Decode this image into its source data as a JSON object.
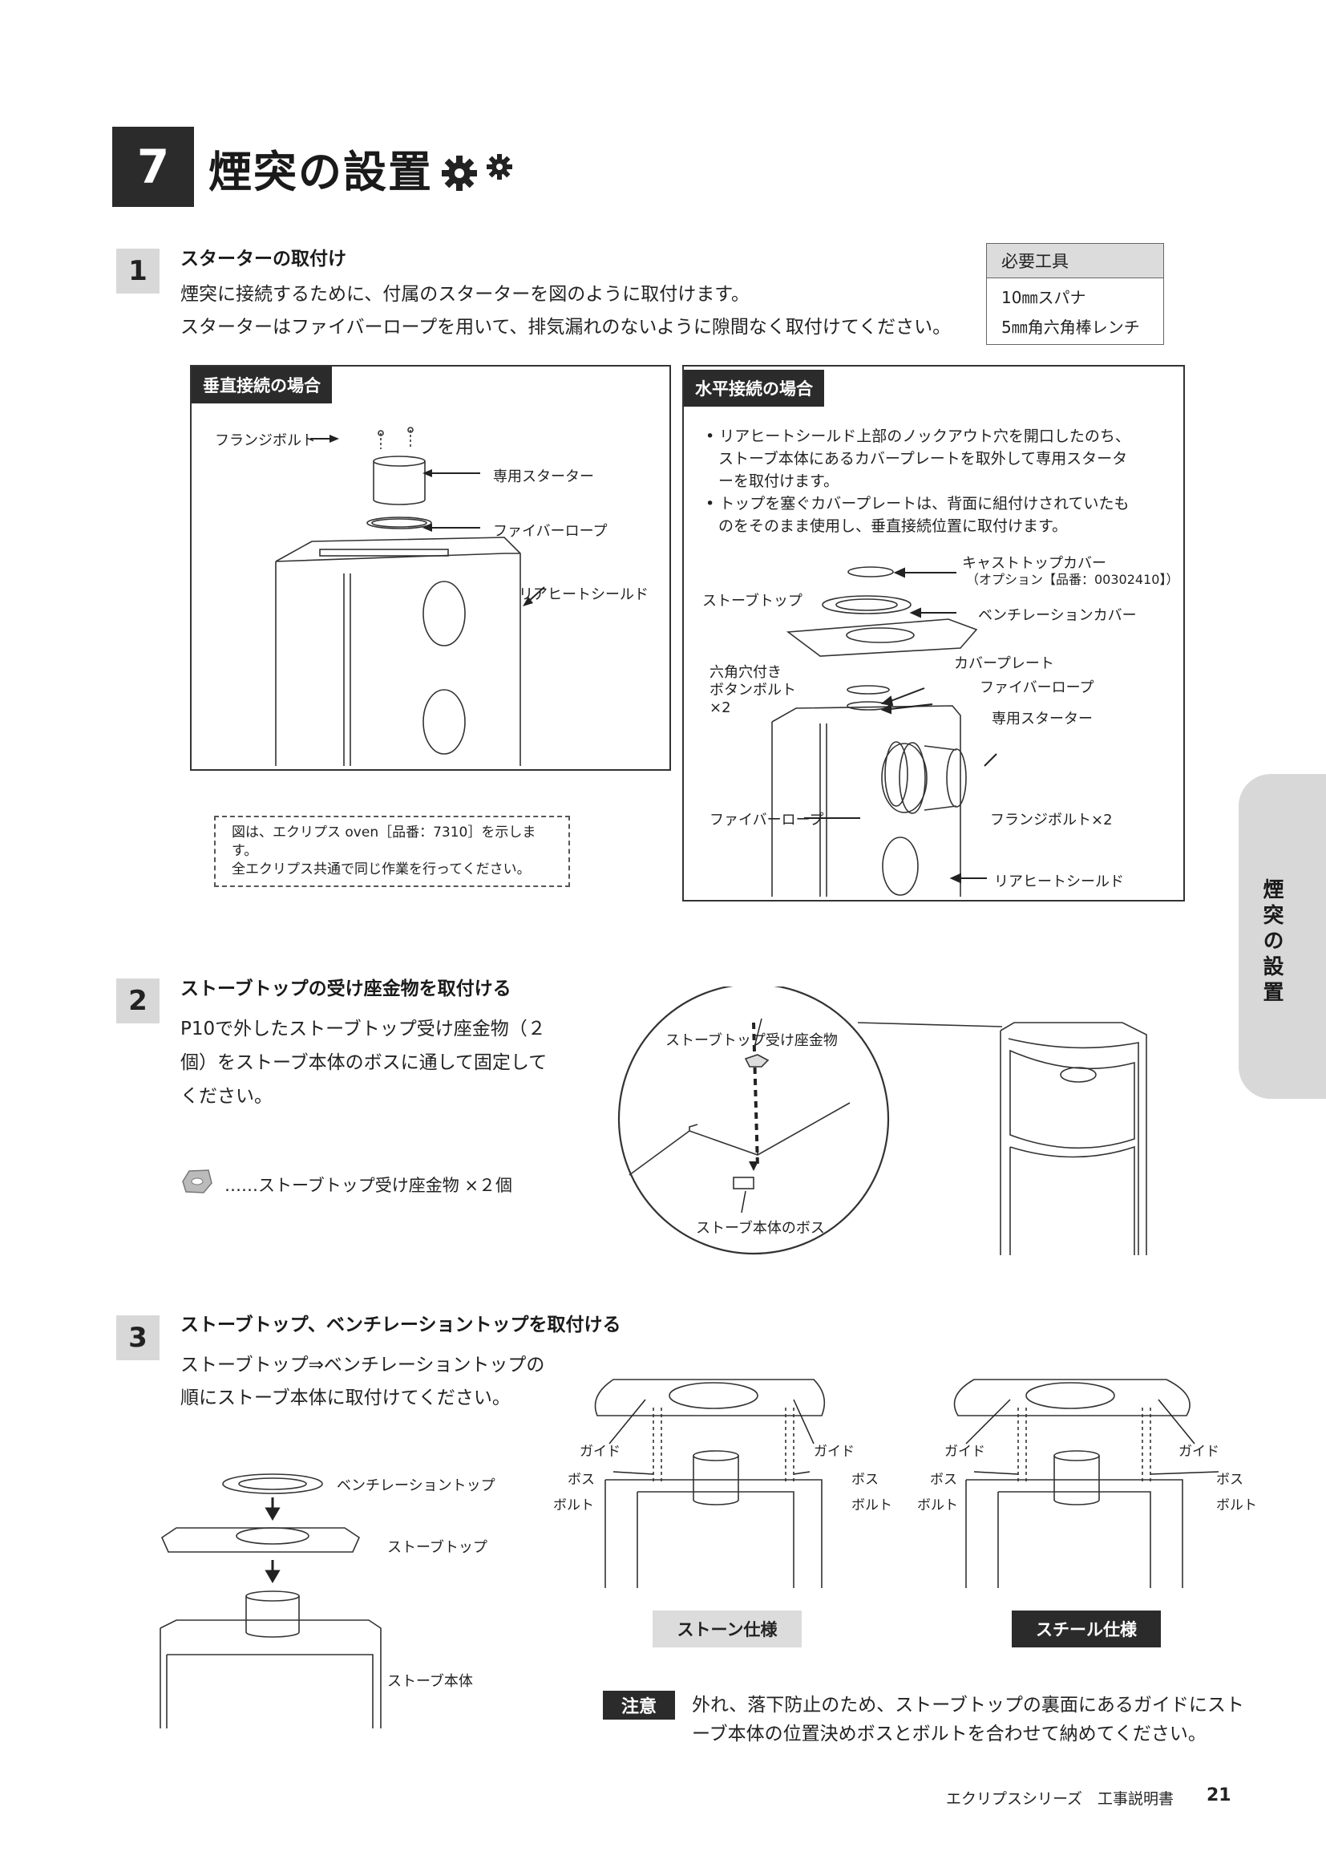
{
  "section": {
    "number": "7",
    "title": "煙突の設置",
    "icon": "gear-icon"
  },
  "steps": [
    {
      "number": "1",
      "title": "スターターの取付け",
      "lines": [
        "煙突に接続するために、付属のスターターを図のように取付けます。",
        "スターターはファイバーロープを用いて、排気漏れのないように隙間なく取付けてください。"
      ]
    },
    {
      "number": "2",
      "title": "ストーブトップの受け座金物を取付ける",
      "lines": [
        "P10で外したストーブトップ受け座金物（２",
        "個）をストーブ本体のボスに通して固定して",
        "ください。"
      ],
      "part_note": "……ストーブトップ受け座金物 ×２個"
    },
    {
      "number": "3",
      "title": "ストーブトップ、ベンチレーショントップを取付ける",
      "lines": [
        "ストーブトップ⇒ベンチレーショントップの",
        "順にストーブ本体に取付けてください。"
      ]
    }
  ],
  "tools": {
    "header": "必要工具",
    "items": [
      "10㎜スパナ",
      "5㎜角六角棒レンチ"
    ]
  },
  "fig_vertical": {
    "tag": "垂直接続の場合",
    "labels": {
      "flange_bolt": "フランジボルト",
      "starter": "専用スターター",
      "fiber_rope": "ファイバーロープ",
      "rear_shield": "リアヒートシールド"
    }
  },
  "fig_note": [
    "図は、エクリプス oven［品番：7310］を示します。",
    "全エクリプス共通で同じ作業を行ってください。"
  ],
  "fig_horizontal": {
    "tag": "水平接続の場合",
    "bullets": [
      "リアヒートシールド上部のノックアウト穴を開口したのち、",
      "ストーブ本体にあるカバープレートを取外して専用スタータ",
      "ーを取付けます。",
      "トップを塞ぐカバープレートは、背面に組付けされていたも",
      "のをそのまま使用し、垂直接続位置に取付けます。"
    ],
    "labels": {
      "cast_top": "キャストトップカバー",
      "cast_top_opt": "（オプション【品番：00302410】）",
      "stove_top": "ストーブトップ",
      "vent_cover": "ベンチレーションカバー",
      "hex_bolt": [
        "六角穴付き",
        "ボタンボルト",
        "×2"
      ],
      "cover_plate": "カバープレート",
      "fiber_rope": "ファイバーロープ",
      "starter": "専用スターター",
      "fiber_rope2": "ファイバーロープ",
      "flange_bolt2": "フランジボルト×2",
      "rear_shield": "リアヒートシールド"
    }
  },
  "fig_step2": {
    "top_label": "ストーブトップ受け座金物",
    "bottom_label": "ストーブ本体のボス"
  },
  "fig_step3": {
    "vent_top": "ベンチレーショントップ",
    "stove_top": "ストーブトップ",
    "stove_body": "ストーブ本体",
    "guide": "ガイド",
    "boss": "ボス",
    "bolt": "ボルト",
    "stone": "ストーン仕様",
    "steel": "スチール仕様"
  },
  "caution": {
    "label": "注意",
    "lines": [
      "外れ、落下防止のため、ストーブトップの裏面にあるガイドにスト",
      "ーブ本体の位置決めボスとボルトを合わせて納めてください。"
    ]
  },
  "side_tab": "煙突の設置",
  "footer": {
    "title": "エクリプスシリーズ　工事説明書",
    "page": "21"
  },
  "colors": {
    "dark": "#2b2b2b",
    "gray": "#d8d8d8"
  }
}
